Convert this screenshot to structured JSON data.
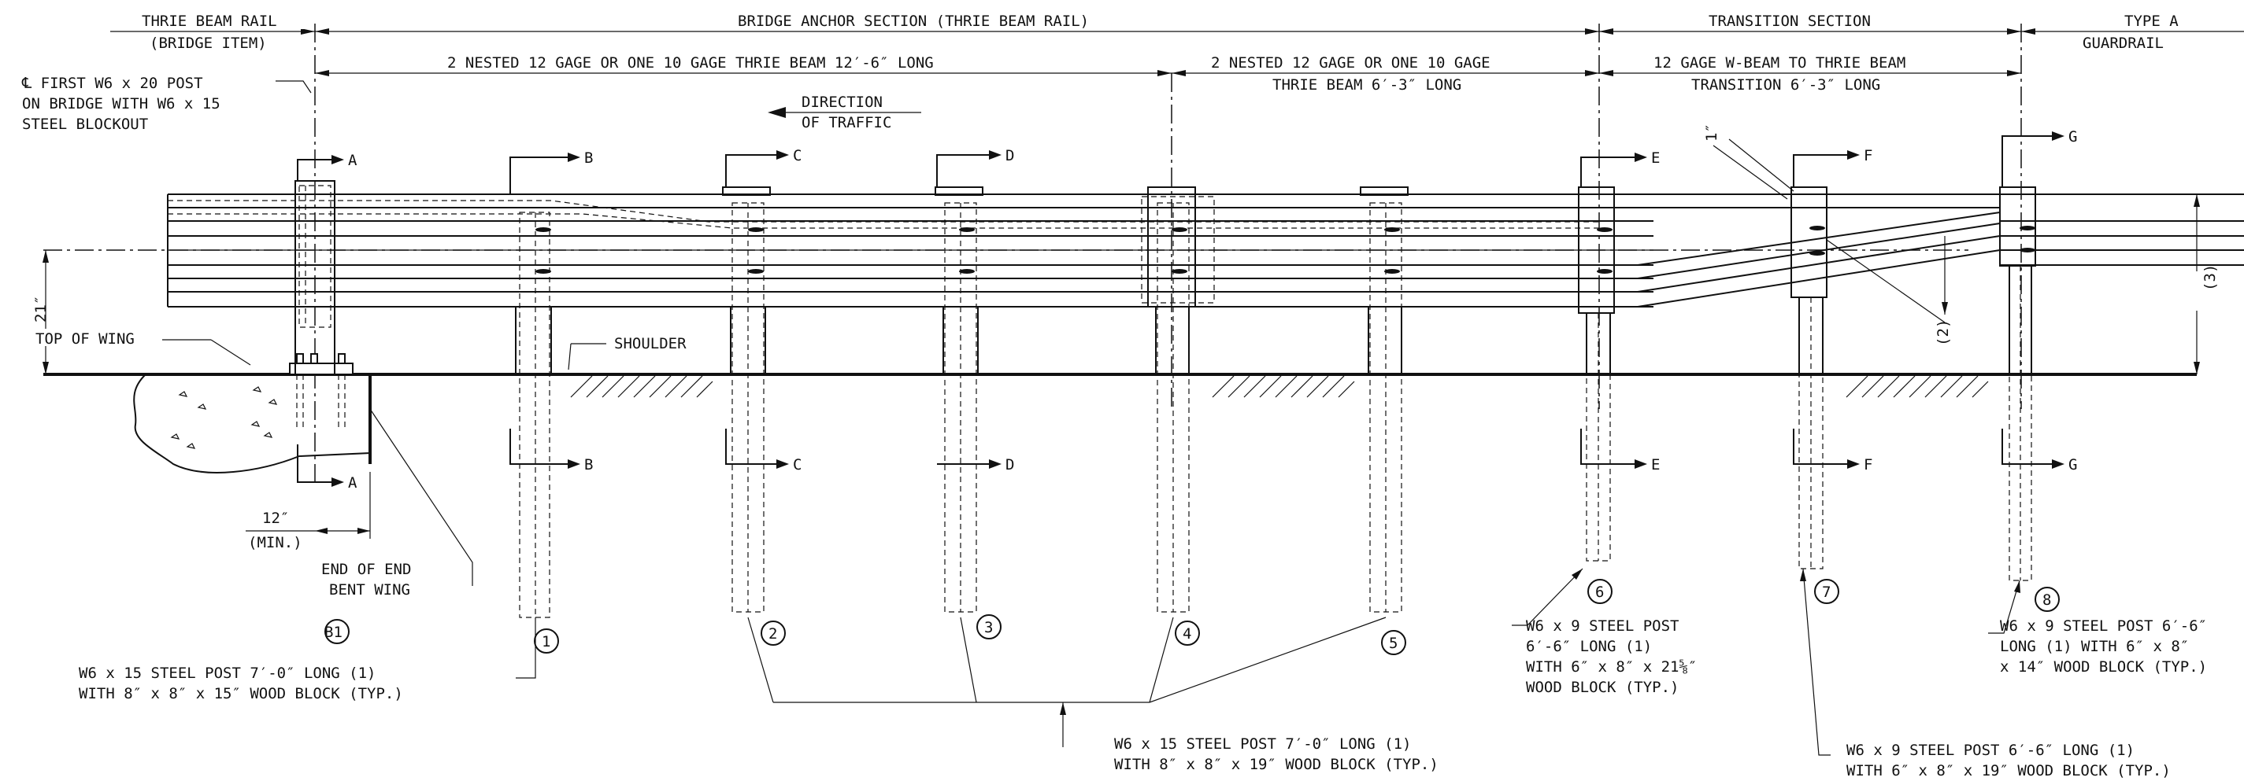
{
  "header": {
    "thrie_rail": "THRIE BEAM RAIL",
    "bridge_item": "(BRIDGE ITEM)",
    "bridge_anchor": "BRIDGE ANCHOR SECTION (THRIE BEAM RAIL)",
    "transition": "TRANSITION SECTION",
    "type_a": "TYPE A",
    "guardrail": "GUARDRAIL"
  },
  "dims": {
    "rail_1": "2 NESTED 12 GAGE OR ONE 10 GAGE THRIE BEAM 12′-6″ LONG",
    "rail_2a": "2 NESTED 12 GAGE OR ONE 10 GAGE",
    "rail_2b": "THRIE BEAM 6′-3″ LONG",
    "rail_3a": "12 GAGE W-BEAM TO THRIE BEAM",
    "rail_3b": "TRANSITION 6′-3″ LONG",
    "height": "21″",
    "offset": "12″",
    "min": "(MIN.)",
    "one_inch": "1″",
    "dim_2": "(2)",
    "dim_3": "(3)"
  },
  "labels": {
    "first_post_1": "℄ FIRST W6 x 20 POST",
    "first_post_2": "ON BRIDGE WITH W6 x 15",
    "first_post_3": "STEEL BLOCKOUT",
    "direction_1": "DIRECTION",
    "direction_2": "OF TRAFFIC",
    "top_of_wing": "TOP OF WING",
    "shoulder": "SHOULDER",
    "end_wing_1": "END OF END",
    "end_wing_2": "BENT WING"
  },
  "sections": [
    "A",
    "B",
    "C",
    "D",
    "E",
    "F",
    "G"
  ],
  "posts": [
    "B1",
    "1",
    "2",
    "3",
    "4",
    "5",
    "6",
    "7",
    "8"
  ],
  "notes": {
    "post1_a": "W6 x 15 STEEL POST 7′-0″ LONG (1)",
    "post1_b": "WITH 8″ x 8″ x 15″ WOOD BLOCK (TYP.)",
    "post2_a": "W6 x 15 STEEL POST 7′-0″ LONG (1)",
    "post2_b": "WITH 8″ x 8″ x 19″ WOOD BLOCK (TYP.)",
    "post6_a": "W6 x 9 STEEL POST",
    "post6_b": "6′-6″ LONG (1)",
    "post6_c": "WITH 6″ x 8″ x 21⅝″",
    "post6_d": "WOOD BLOCK (TYP.)",
    "post7_a": "W6 x 9 STEEL POST 6′-6″ LONG (1)",
    "post7_b": "WITH 6″ x 8″ x 19″ WOOD BLOCK (TYP.)",
    "post8_a": "W6 x 9 STEEL POST 6′-6″",
    "post8_b": "LONG (1) WITH 6″ x 8″",
    "post8_c": "x 14″ WOOD BLOCK (TYP.)"
  }
}
